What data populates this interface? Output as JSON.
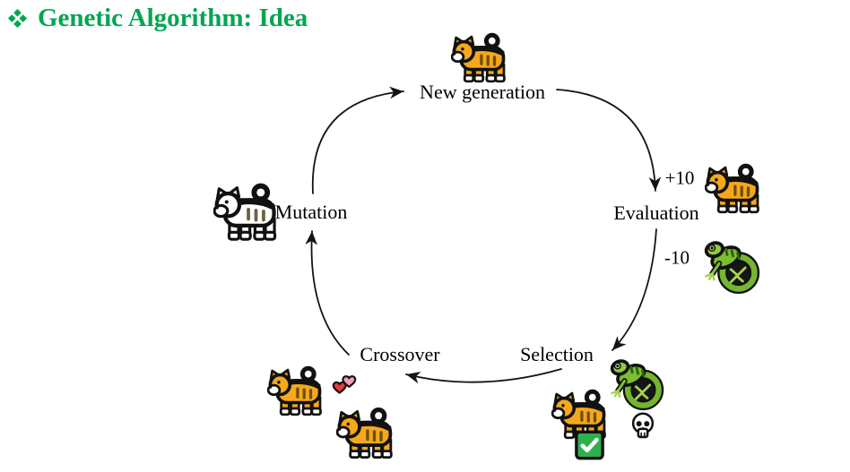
{
  "title": {
    "bullet_icon": "four-diamond bullet",
    "text": "Genetic Algorithm: Idea",
    "color": "#00A651"
  },
  "cycle": {
    "new_generation": {
      "label": "New generation"
    },
    "evaluation": {
      "label": "Evaluation",
      "score_up": "+10",
      "score_down": "-10"
    },
    "selection": {
      "label": "Selection"
    },
    "crossover": {
      "label": "Crossover"
    },
    "mutation": {
      "label": "Mutation"
    },
    "flow_order": [
      "New generation",
      "Evaluation",
      "Selection",
      "Crossover",
      "Mutation"
    ]
  },
  "icons": {
    "bullet": "four-diamond slide bullet",
    "tiger": "tiger emoji (fit individual)",
    "white_tiger": "white outline tiger emoji (mutated individual)",
    "lizard": "lizard emoji (unfit individual)",
    "two_hearts": "two hearts emoji (crossover mating)",
    "skull": "skull emoji (eliminated individual)",
    "check_mark": "green check mark emoji (selected individual)"
  },
  "colors": {
    "title_green": "#00A651",
    "text_black": "#000000",
    "arrow_black": "#141414",
    "tiger_orange": "#F5A81C",
    "lizard_green": "#7DBE30",
    "check_green": "#2EB14C",
    "heart_red": "#E23B41",
    "heart_pink": "#F49CB1"
  }
}
